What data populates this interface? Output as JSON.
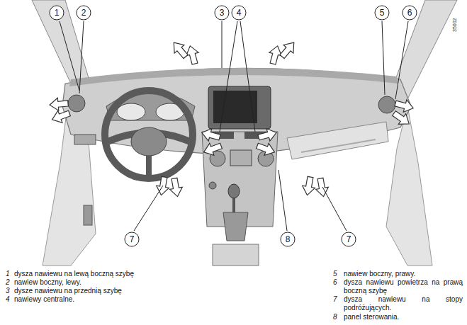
{
  "diagram": {
    "nodes": [
      {
        "text": [
          "1"
        ]
      },
      {
        "text": [
          "2"
        ]
      },
      {
        "text": [
          "3"
        ]
      },
      {
        "text": [
          "4"
        ]
      },
      {
        "text": [
          "5"
        ]
      },
      {
        "text": [
          "6"
        ]
      },
      {
        "text": [
          "7"
        ]
      },
      {
        "text": [
          "8"
        ]
      },
      {
        "text": [
          "7"
        ]
      }
    ],
    "labels": [
      "35002",
      "1",
      "dysza nawiewu na lewą boczną szybę",
      "2",
      "nawiew boczny, lewy.",
      "3",
      "dysze nawiewu na przednią szybę",
      "4",
      "nawiewy centralne.",
      "5",
      "nawiew boczny, prawy.",
      "6",
      "dysza nawiewu powietrza na prawą boczną szybę",
      "7",
      "dysza nawiewu na stopy podróżujących.",
      "8",
      "panel sterowania."
    ]
  }
}
